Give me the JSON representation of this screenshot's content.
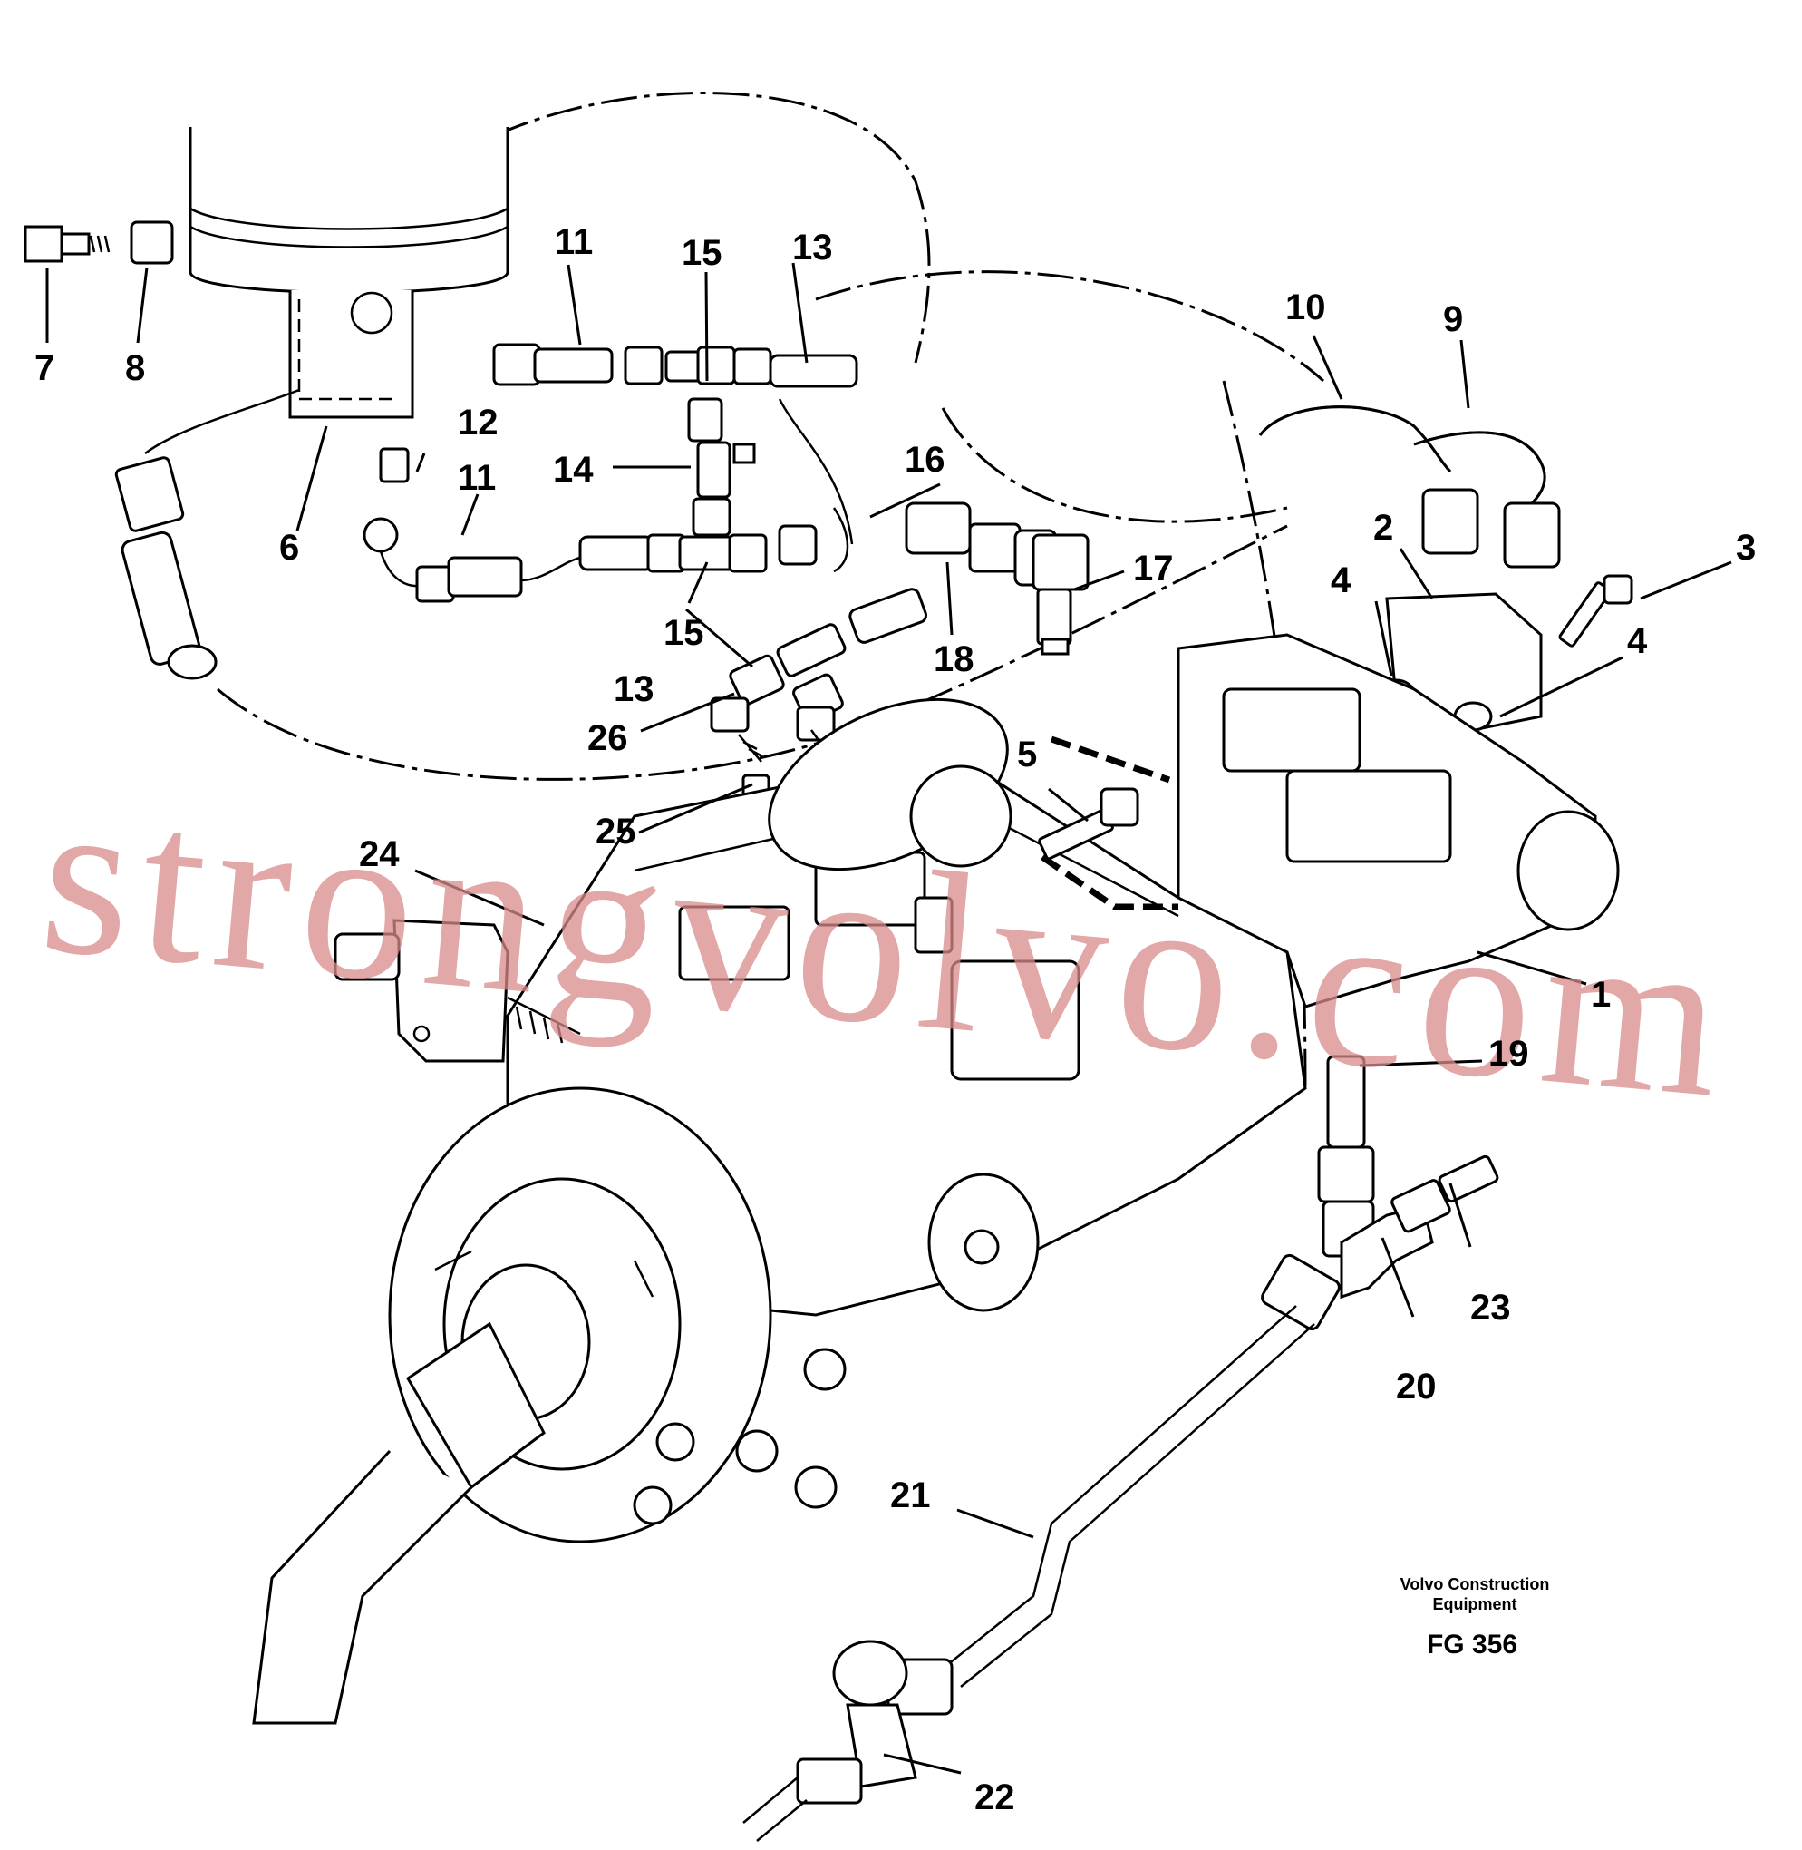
{
  "watermark": "strongvolvo.com",
  "brand": {
    "line1": "Volvo Construction",
    "line2": "Equipment",
    "figure": "FG 356"
  },
  "callouts": [
    "1",
    "2",
    "3",
    "4",
    "4",
    "5",
    "6",
    "7",
    "8",
    "9",
    "10",
    "11",
    "11",
    "12",
    "13",
    "13",
    "14",
    "15",
    "15",
    "16",
    "17",
    "18",
    "19",
    "20",
    "21",
    "22",
    "23",
    "24",
    "25",
    "26"
  ]
}
